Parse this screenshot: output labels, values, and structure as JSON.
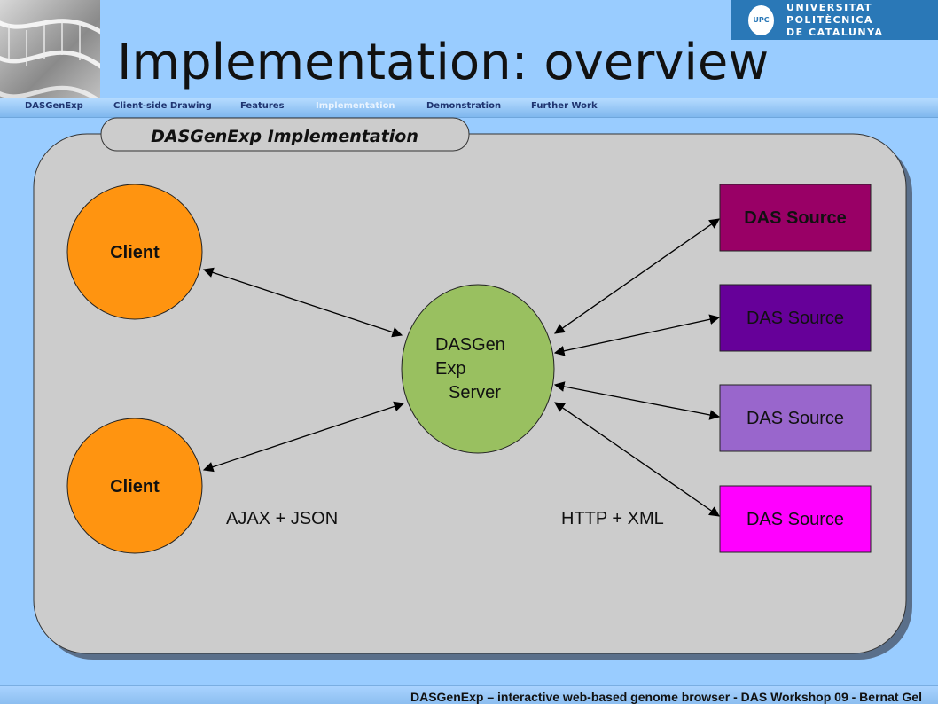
{
  "header": {
    "title": "Implementation: overview",
    "logo": {
      "name": "upc-logo",
      "line1": "UNIVERSITAT POLITÈCNICA",
      "line2": "DE CATALUNYA",
      "seal_text": "UPC",
      "color": "#2a78b7"
    }
  },
  "nav": {
    "items": [
      {
        "label": "DASGenExp",
        "active": false
      },
      {
        "label": "Client-side Drawing",
        "active": false
      },
      {
        "label": "Features",
        "active": false
      },
      {
        "label": "Implementation",
        "active": true
      },
      {
        "label": "Demonstration",
        "active": false
      },
      {
        "label": "Further Work",
        "active": false
      }
    ]
  },
  "diagram": {
    "panel_title": "DASGenExp Implementation",
    "clients": [
      {
        "label": "Client",
        "color": "#ff9410"
      },
      {
        "label": "Client",
        "color": "#ff9410"
      }
    ],
    "server": {
      "lines": [
        "DASGen",
        "Exp",
        "Server"
      ],
      "color": "#99c060"
    },
    "sources": [
      {
        "label": "DAS Source",
        "color": "#990066",
        "bold": true
      },
      {
        "label": "DAS Source",
        "color": "#660099",
        "bold": false
      },
      {
        "label": "DAS Source",
        "color": "#9966cc",
        "bold": false
      },
      {
        "label": "DAS Source",
        "color": "#ff00ff",
        "bold": false
      }
    ],
    "edge_labels": {
      "client_side": "AJAX + JSON",
      "source_side": "HTTP + XML"
    }
  },
  "footer": {
    "text": "DASGenExp – interactive web-based genome browser   -   DAS Workshop 09   -   Bernat Gel"
  }
}
